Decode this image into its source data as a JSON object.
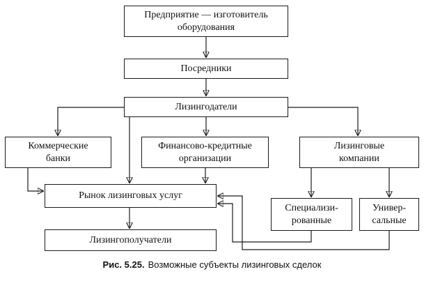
{
  "diagram": {
    "title_context": "Возможные субъекты лизинговых сделок",
    "nodes": {
      "manufacturer": {
        "label": "Предприятие — изготовитель\nоборудования"
      },
      "intermediaries": {
        "label": "Посредники"
      },
      "lessors": {
        "label": "Лизингодатели"
      },
      "banks": {
        "label": "Коммерческие\nбанки"
      },
      "financial": {
        "label": "Финансово-кредитные\nорганизации"
      },
      "leasing_companies": {
        "label": "Лизинговые\nкомпании"
      },
      "market": {
        "label": "Рынок лизинговых услуг"
      },
      "lessees": {
        "label": "Лизингополучатели"
      },
      "specialized": {
        "label": "Специализи-\nрованные"
      },
      "universal": {
        "label": "Универ-\nсальные"
      }
    },
    "edges": [
      {
        "from": "manufacturer",
        "to": "intermediaries"
      },
      {
        "from": "intermediaries",
        "to": "lessors"
      },
      {
        "from": "lessors",
        "to": "banks"
      },
      {
        "from": "lessors",
        "to": "financial"
      },
      {
        "from": "lessors",
        "to": "leasing_companies"
      },
      {
        "from": "lessors",
        "to": "market"
      },
      {
        "from": "financial",
        "to": "market"
      },
      {
        "from": "banks",
        "to": "market"
      },
      {
        "from": "market",
        "to": "lessees"
      },
      {
        "from": "leasing_companies",
        "to": "specialized"
      },
      {
        "from": "leasing_companies",
        "to": "universal"
      },
      {
        "from": "specialized",
        "to": "market"
      },
      {
        "from": "universal",
        "to": "market"
      }
    ],
    "colors": {
      "line": "#1a1a1a",
      "background": "#ffffff",
      "text": "#111111"
    }
  },
  "caption": {
    "figure_label": "Рис. 5.25.",
    "text": "Возможные субъекты лизинговых сделок"
  }
}
